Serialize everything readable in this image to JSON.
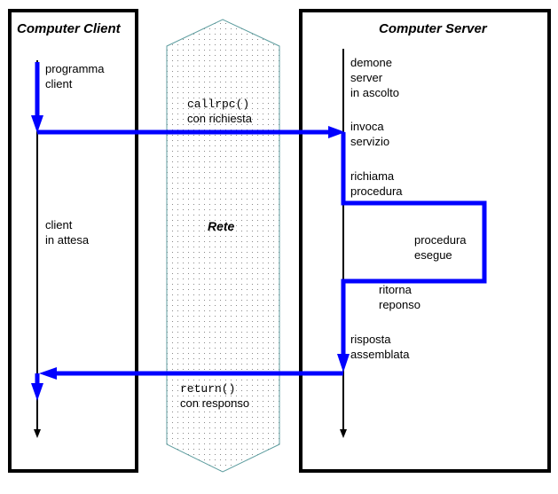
{
  "client": {
    "title": "Computer Client",
    "l1": "programma",
    "l2": "client",
    "w1": "client",
    "w2": "in attesa"
  },
  "server": {
    "title": "Computer Server",
    "d1": "demone",
    "d2": "server",
    "d3": "in ascolto",
    "i1": "invoca",
    "i2": "servizio",
    "r1": "richiama",
    "r2": "procedura",
    "p1": "procedura",
    "p2": "esegue",
    "t1": "ritorna",
    "t2": "reponso",
    "a1": "risposta",
    "a2": "assemblata"
  },
  "network": {
    "label": "Rete",
    "call": "callrpc()",
    "call2": "con richiesta",
    "ret": "return()",
    "ret2": "con responso"
  },
  "colors": {
    "flow": "#0000ff",
    "network_border": "#5f9ea0"
  }
}
